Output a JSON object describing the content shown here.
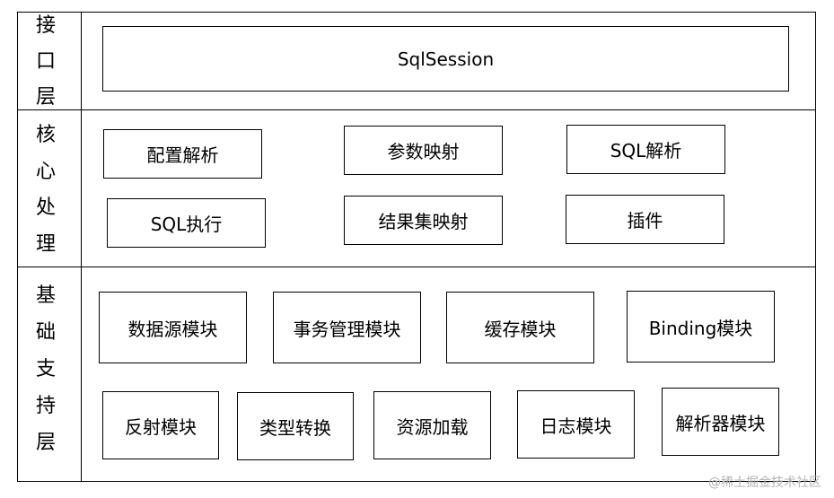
{
  "layers": {
    "interface": {
      "label_chars": [
        "接",
        "口",
        "层"
      ]
    },
    "core": {
      "label_chars": [
        "核",
        "心",
        "处",
        "理"
      ]
    },
    "foundation": {
      "label_chars": [
        "基",
        "础",
        "支",
        "持",
        "层"
      ]
    }
  },
  "modules": {
    "sqlsession": "SqlSession",
    "config_parse": "配置解析",
    "param_mapping": "参数映射",
    "sql_parse": "SQL解析",
    "sql_exec": "SQL执行",
    "result_mapping": "结果集映射",
    "plugin": "插件",
    "datasource": "数据源模块",
    "transaction": "事务管理模块",
    "cache": "缓存模块",
    "binding": "Binding模块",
    "reflection": "反射模块",
    "type_conversion": "类型转换",
    "resource_loading": "资源加载",
    "logging": "日志模块",
    "parser": "解析器模块"
  },
  "watermark": "@稀土掘金技术社区"
}
